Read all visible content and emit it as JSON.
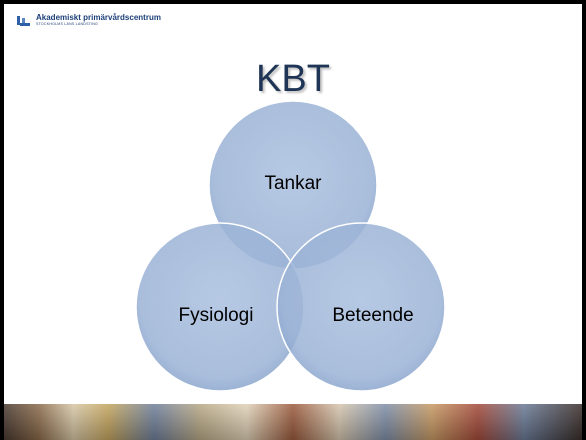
{
  "header": {
    "logo_name": "Akademiskt primärvårdscentrum",
    "logo_sub": "STOCKHOLMS LÄNS LANDSTING"
  },
  "slide": {
    "title": "KBT"
  },
  "venn": {
    "circles": [
      {
        "label": "Tankar"
      },
      {
        "label": "Fysiologi"
      },
      {
        "label": "Beteende"
      }
    ]
  },
  "colors": {
    "circle_fill": "#9bb3d6",
    "circle_edge": "#ffffff",
    "title": "#1f3555",
    "logo": "#1c3f78"
  }
}
